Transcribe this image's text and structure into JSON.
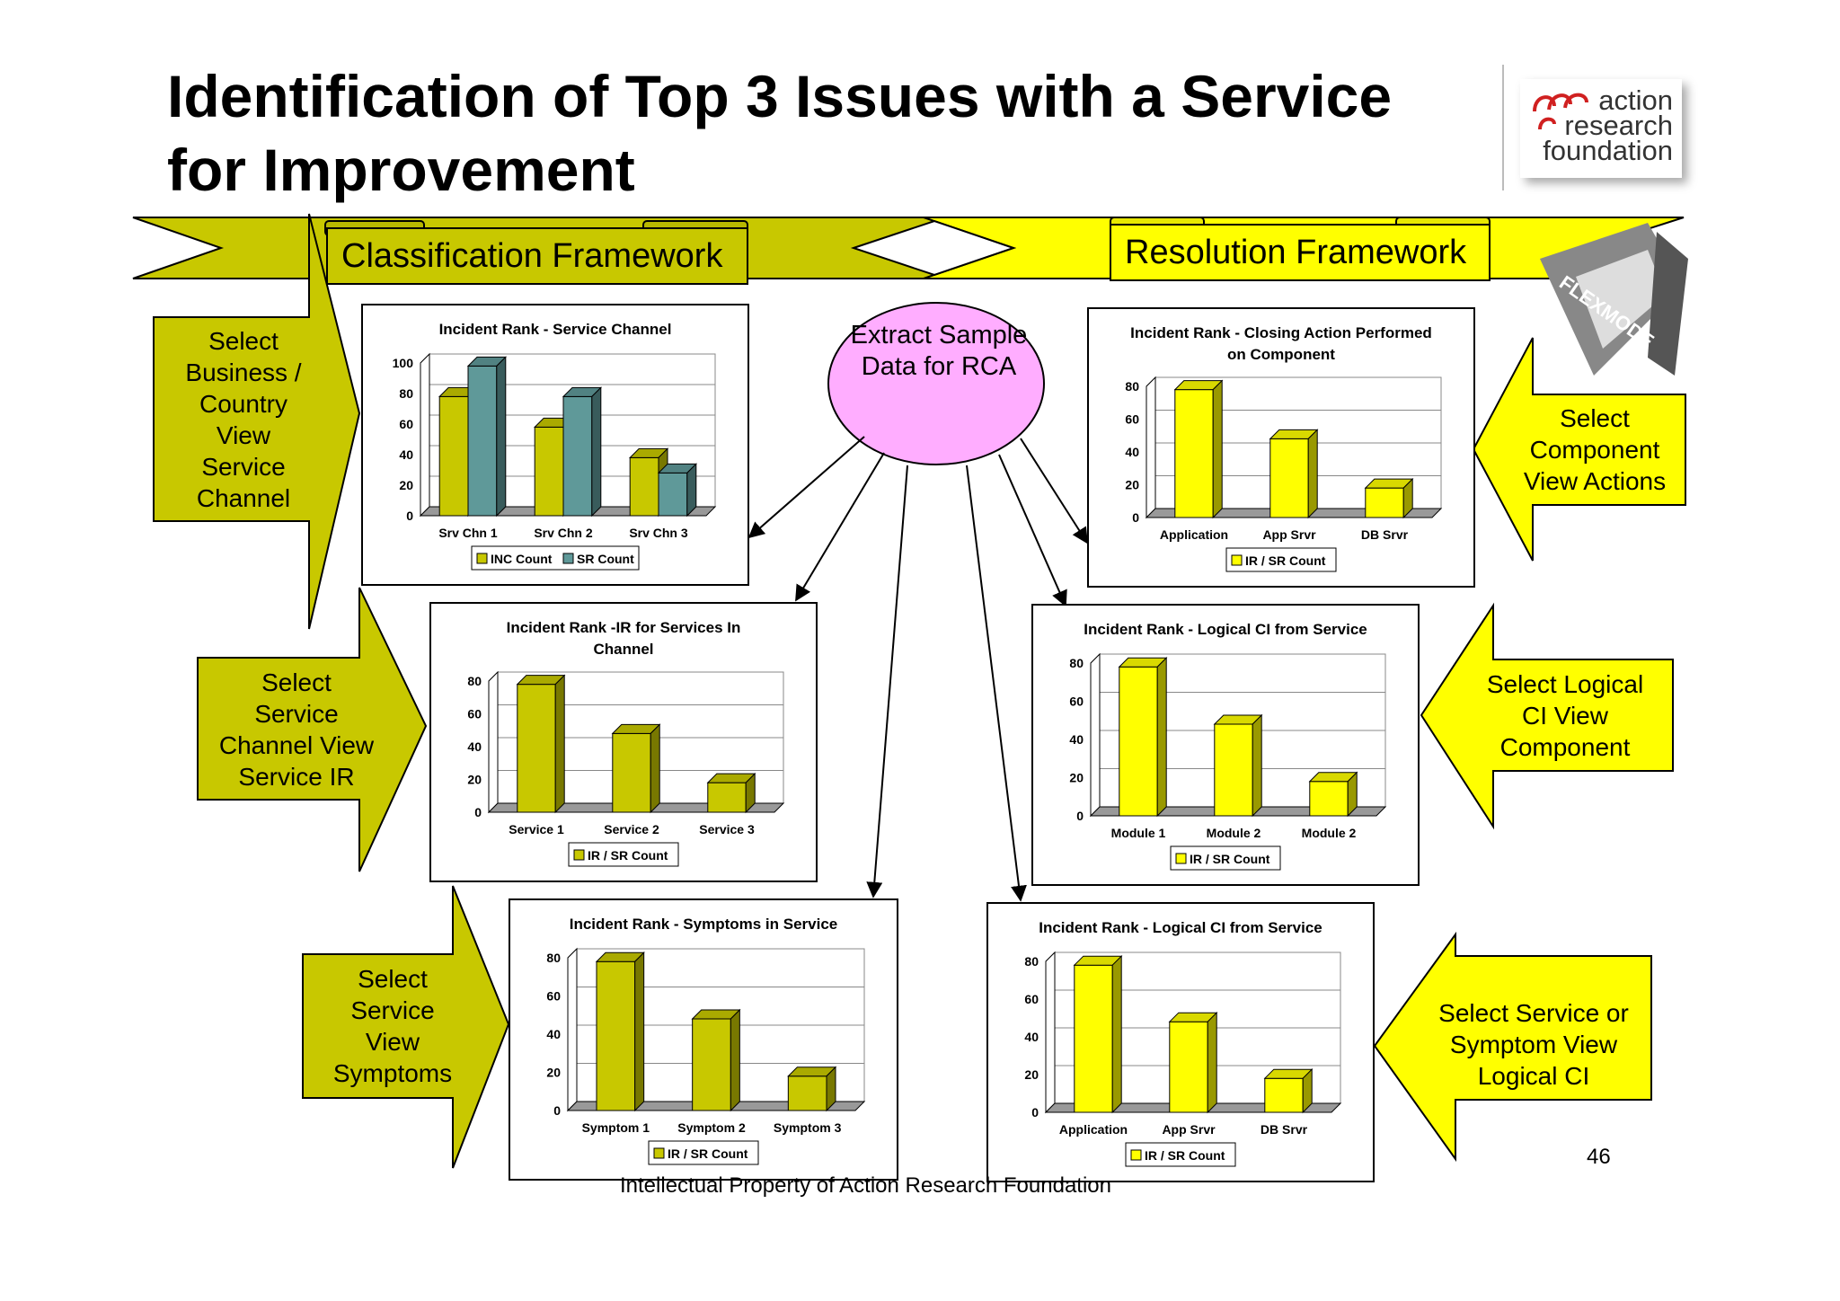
{
  "title": "Identification of Top 3 Issues with a Service for Improvement",
  "logo": {
    "lines": [
      "action",
      "research",
      "foundation"
    ]
  },
  "frameworks": {
    "classification": "Classification Framework",
    "resolution": "Resolution Framework"
  },
  "extract": "Extract Sample Data for RCA",
  "arrows_left": [
    {
      "lines": [
        "Select",
        "Business /",
        "Country",
        "View",
        "Service",
        "Channel"
      ]
    },
    {
      "lines": [
        "Select",
        "Service",
        "Channel View",
        "Service IR"
      ]
    },
    {
      "lines": [
        "Select",
        "Service",
        "View",
        "Symptoms"
      ]
    }
  ],
  "arrows_right": [
    {
      "lines": [
        "Select",
        "Component",
        "View Actions"
      ]
    },
    {
      "lines": [
        "Select Logical",
        "CI View",
        "Component"
      ]
    },
    {
      "lines": [
        "Select Service or",
        "Symptom View",
        "Logical CI"
      ]
    }
  ],
  "colors": {
    "olive": "#c8c800",
    "yellow": "#ffff00",
    "teal": "#5f9999",
    "pink": "#ffadff"
  },
  "page_number": "46",
  "footer": "Intellectual Property of Action Research Foundation",
  "flexmode_badge": "FLEXMODE",
  "chart_data": [
    {
      "type": "bar",
      "title": "Incident Rank - Service Channel",
      "categories": [
        "Srv Chn 1",
        "Srv Chn 2",
        "Srv Chn 3"
      ],
      "series": [
        {
          "name": "INC Count",
          "values": [
            78,
            58,
            38
          ],
          "color": "#c8c800"
        },
        {
          "name": "SR Count",
          "values": [
            98,
            78,
            28
          ],
          "color": "#5f9999"
        }
      ],
      "yticks": [
        0,
        20,
        40,
        60,
        80,
        100
      ],
      "ylim": [
        0,
        100
      ]
    },
    {
      "type": "bar",
      "title": "Incident Rank -IR for Services In Channel",
      "categories": [
        "Service 1",
        "Service 2",
        "Service 3"
      ],
      "series": [
        {
          "name": "IR / SR Count",
          "values": [
            78,
            48,
            18
          ],
          "color": "#c8c800"
        }
      ],
      "yticks": [
        0,
        20,
        40,
        60,
        80
      ],
      "ylim": [
        0,
        80
      ]
    },
    {
      "type": "bar",
      "title": "Incident Rank - Symptoms in Service",
      "categories": [
        "Symptom 1",
        "Symptom 2",
        "Symptom 3"
      ],
      "series": [
        {
          "name": "IR / SR Count",
          "values": [
            78,
            48,
            18
          ],
          "color": "#c8c800"
        }
      ],
      "yticks": [
        0,
        20,
        40,
        60,
        80
      ],
      "ylim": [
        0,
        80
      ]
    },
    {
      "type": "bar",
      "title": "Incident Rank - Closing Action Performed on Component",
      "categories": [
        "Application",
        "App Srvr",
        "DB Srvr"
      ],
      "series": [
        {
          "name": "IR / SR Count",
          "values": [
            78,
            48,
            18
          ],
          "color": "#ffff00"
        }
      ],
      "yticks": [
        0,
        20,
        40,
        60,
        80
      ],
      "ylim": [
        0,
        80
      ]
    },
    {
      "type": "bar",
      "title": "Incident Rank - Logical CI from Service",
      "categories": [
        "Module 1",
        "Module 2",
        "Module 2"
      ],
      "series": [
        {
          "name": "IR / SR Count",
          "values": [
            78,
            48,
            18
          ],
          "color": "#ffff00"
        }
      ],
      "yticks": [
        0,
        20,
        40,
        60,
        80
      ],
      "ylim": [
        0,
        80
      ]
    },
    {
      "type": "bar",
      "title": "Incident Rank - Logical CI from Service",
      "categories": [
        "Application",
        "App Srvr",
        "DB Srvr"
      ],
      "series": [
        {
          "name": "IR / SR Count",
          "values": [
            78,
            48,
            18
          ],
          "color": "#ffff00"
        }
      ],
      "yticks": [
        0,
        20,
        40,
        60,
        80
      ],
      "ylim": [
        0,
        80
      ]
    }
  ]
}
